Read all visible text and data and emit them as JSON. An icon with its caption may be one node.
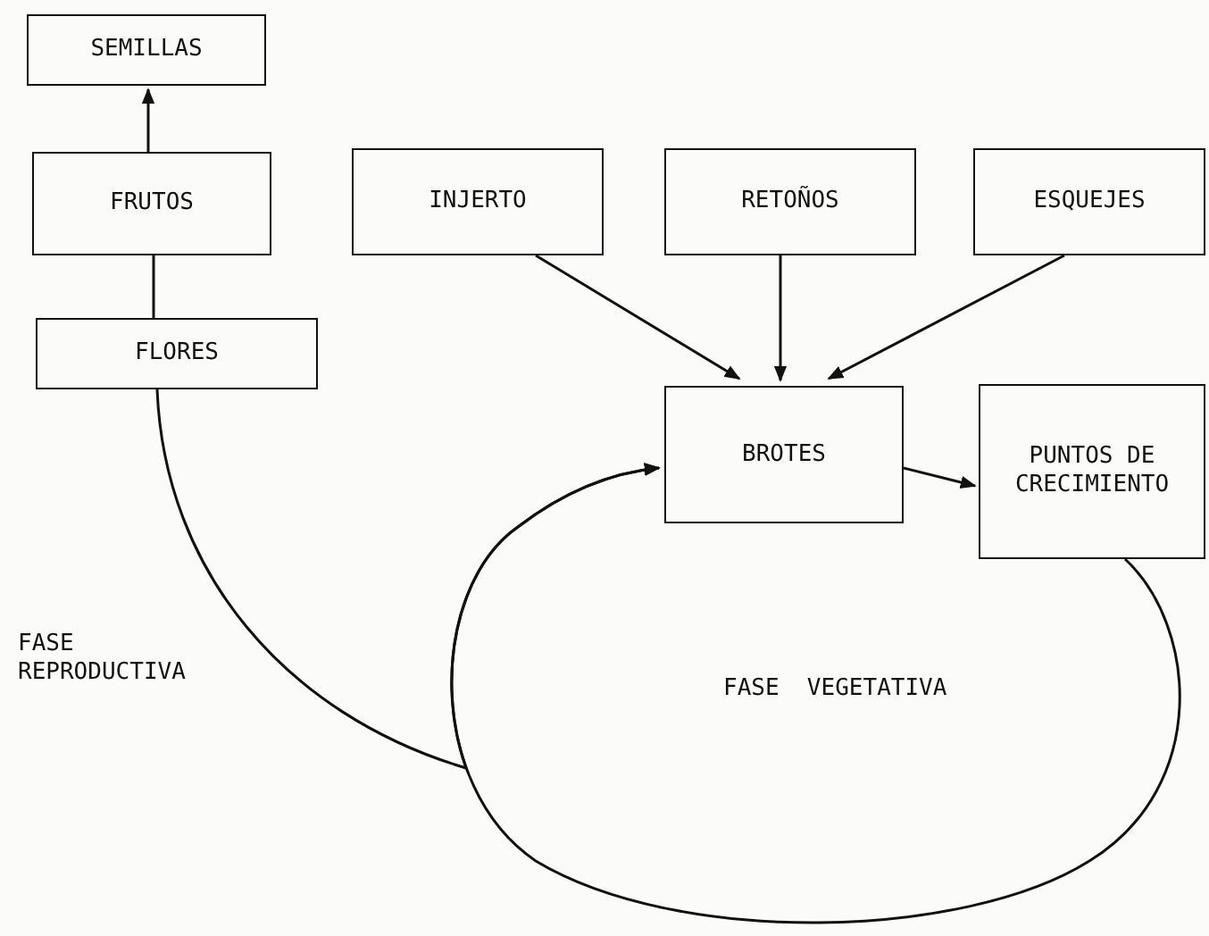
{
  "diagram": {
    "nodes": [
      {
        "text": [
          "SEMILLAS"
        ]
      },
      {
        "text": [
          "FRUTOS"
        ]
      },
      {
        "text": [
          "INJERTO"
        ]
      },
      {
        "text": [
          "RETOÑOS"
        ]
      },
      {
        "text": [
          "ESQUEJES"
        ]
      },
      {
        "text": [
          "FLORES"
        ]
      },
      {
        "text": [
          "BROTES"
        ]
      },
      {
        "text": [
          "PUNTOS DE CRECIMIENTO"
        ]
      }
    ],
    "edges": [
      {
        "from": 1,
        "to": 0,
        "arrow": "to"
      },
      {
        "from": 5,
        "to": 1,
        "arrow": "none"
      },
      {
        "from": 2,
        "to": 6,
        "arrow": "to"
      },
      {
        "from": 3,
        "to": 6,
        "arrow": "to"
      },
      {
        "from": 4,
        "to": 6,
        "arrow": "to"
      },
      {
        "from": 6,
        "to": 7,
        "arrow": "to"
      },
      {
        "from": 7,
        "to": 6,
        "arrow": "to"
      },
      {
        "from": 5,
        "to": 6,
        "arrow": "to"
      }
    ],
    "labels": [
      "FASE REPRODUCTIVA",
      "FASE VEGETATIVA"
    ]
  }
}
